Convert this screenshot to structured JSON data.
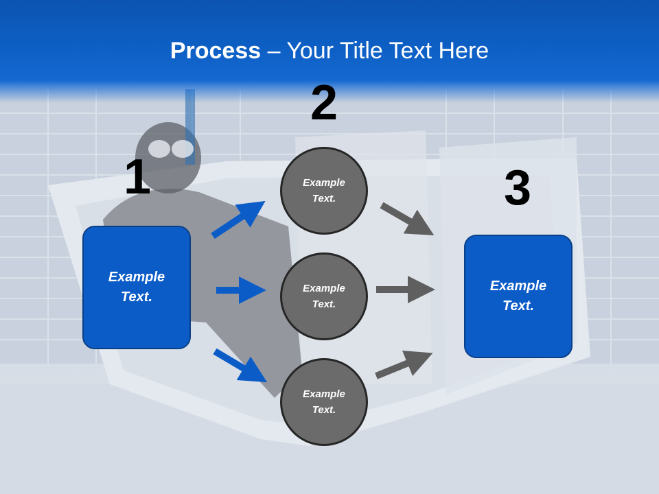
{
  "title": {
    "bold": "Process",
    "rest": " – Your Title Text Here"
  },
  "numbers": [
    "1",
    "2",
    "3"
  ],
  "left_box": {
    "line1": "Example",
    "line2": "Text."
  },
  "circles": [
    {
      "line1": "Example",
      "line2": "Text."
    },
    {
      "line1": "Example",
      "line2": "Text."
    },
    {
      "line1": "Example",
      "line2": "Text."
    }
  ],
  "right_box": {
    "line1": "Example",
    "line2": "Text."
  },
  "colors": {
    "header_blue": "#0d5fc4",
    "box_blue": "#0c5cc8",
    "arrow_blue": "#0c5cc8",
    "circle_gray": "#6b6b6b",
    "arrow_gray": "#5f5f5f"
  }
}
